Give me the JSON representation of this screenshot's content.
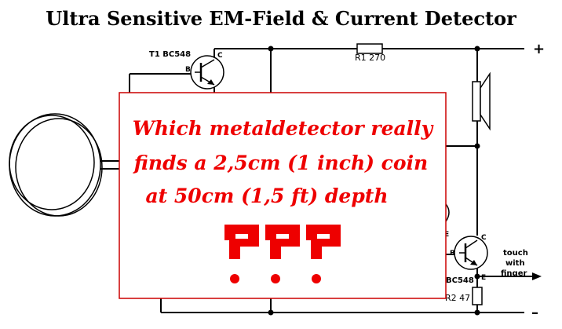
{
  "title": "Ultra Sensitive EM-Field & Current Detector",
  "components": {
    "t1_label": "T1 BC548",
    "r1_label": "R1 270",
    "r2_label": "R2 47",
    "t2_label": "BC548",
    "pin_b": "B",
    "pin_c": "C",
    "pin_e": "E"
  },
  "terminals": {
    "plus": "+",
    "minus": "–"
  },
  "touch_note": [
    "touch",
    "with",
    "finger"
  ],
  "overlay": {
    "lines": [
      "Which metaldetector really",
      "finds a 2,5cm (1 inch) coin",
      "at 50cm (1,5 ft) depth"
    ],
    "question_marks": [
      "?",
      "?",
      "?"
    ]
  },
  "colors": {
    "wire": "#000000",
    "overlay_border": "#cc0000",
    "overlay_text": "#ee0000",
    "background": "#ffffff"
  }
}
